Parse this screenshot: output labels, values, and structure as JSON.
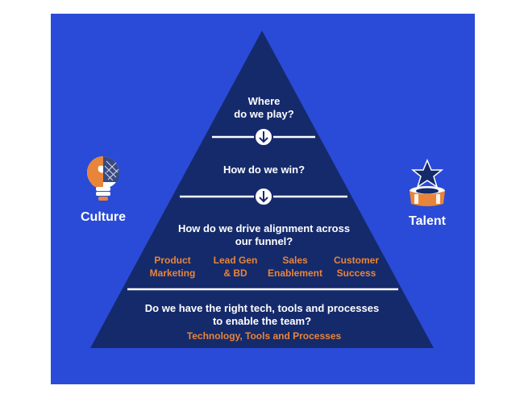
{
  "colors": {
    "background": "#2a4bd7",
    "pyramid": "#152a6b",
    "accent": "#e8853a",
    "text": "#ffffff"
  },
  "pyramid": {
    "tier1": "Where\ndo we play?",
    "tier2": "How do we win?",
    "tier3": "How do we drive alignment across\nour funnel?",
    "tier3_items": [
      "Product\nMarketing",
      "Lead Gen\n& BD",
      "Sales\nEnablement",
      "Customer\nSuccess"
    ],
    "tier4": "Do we have the right tech, tools and processes\nto enable the team?",
    "tier4_sub": "Technology, Tools and Processes"
  },
  "left": {
    "label": "Culture",
    "icon": "lightbulb-puzzle-icon"
  },
  "right": {
    "label": "Talent",
    "icon": "star-trophy-icon"
  },
  "arrows": [
    "down-arrow-icon",
    "down-arrow-icon"
  ]
}
